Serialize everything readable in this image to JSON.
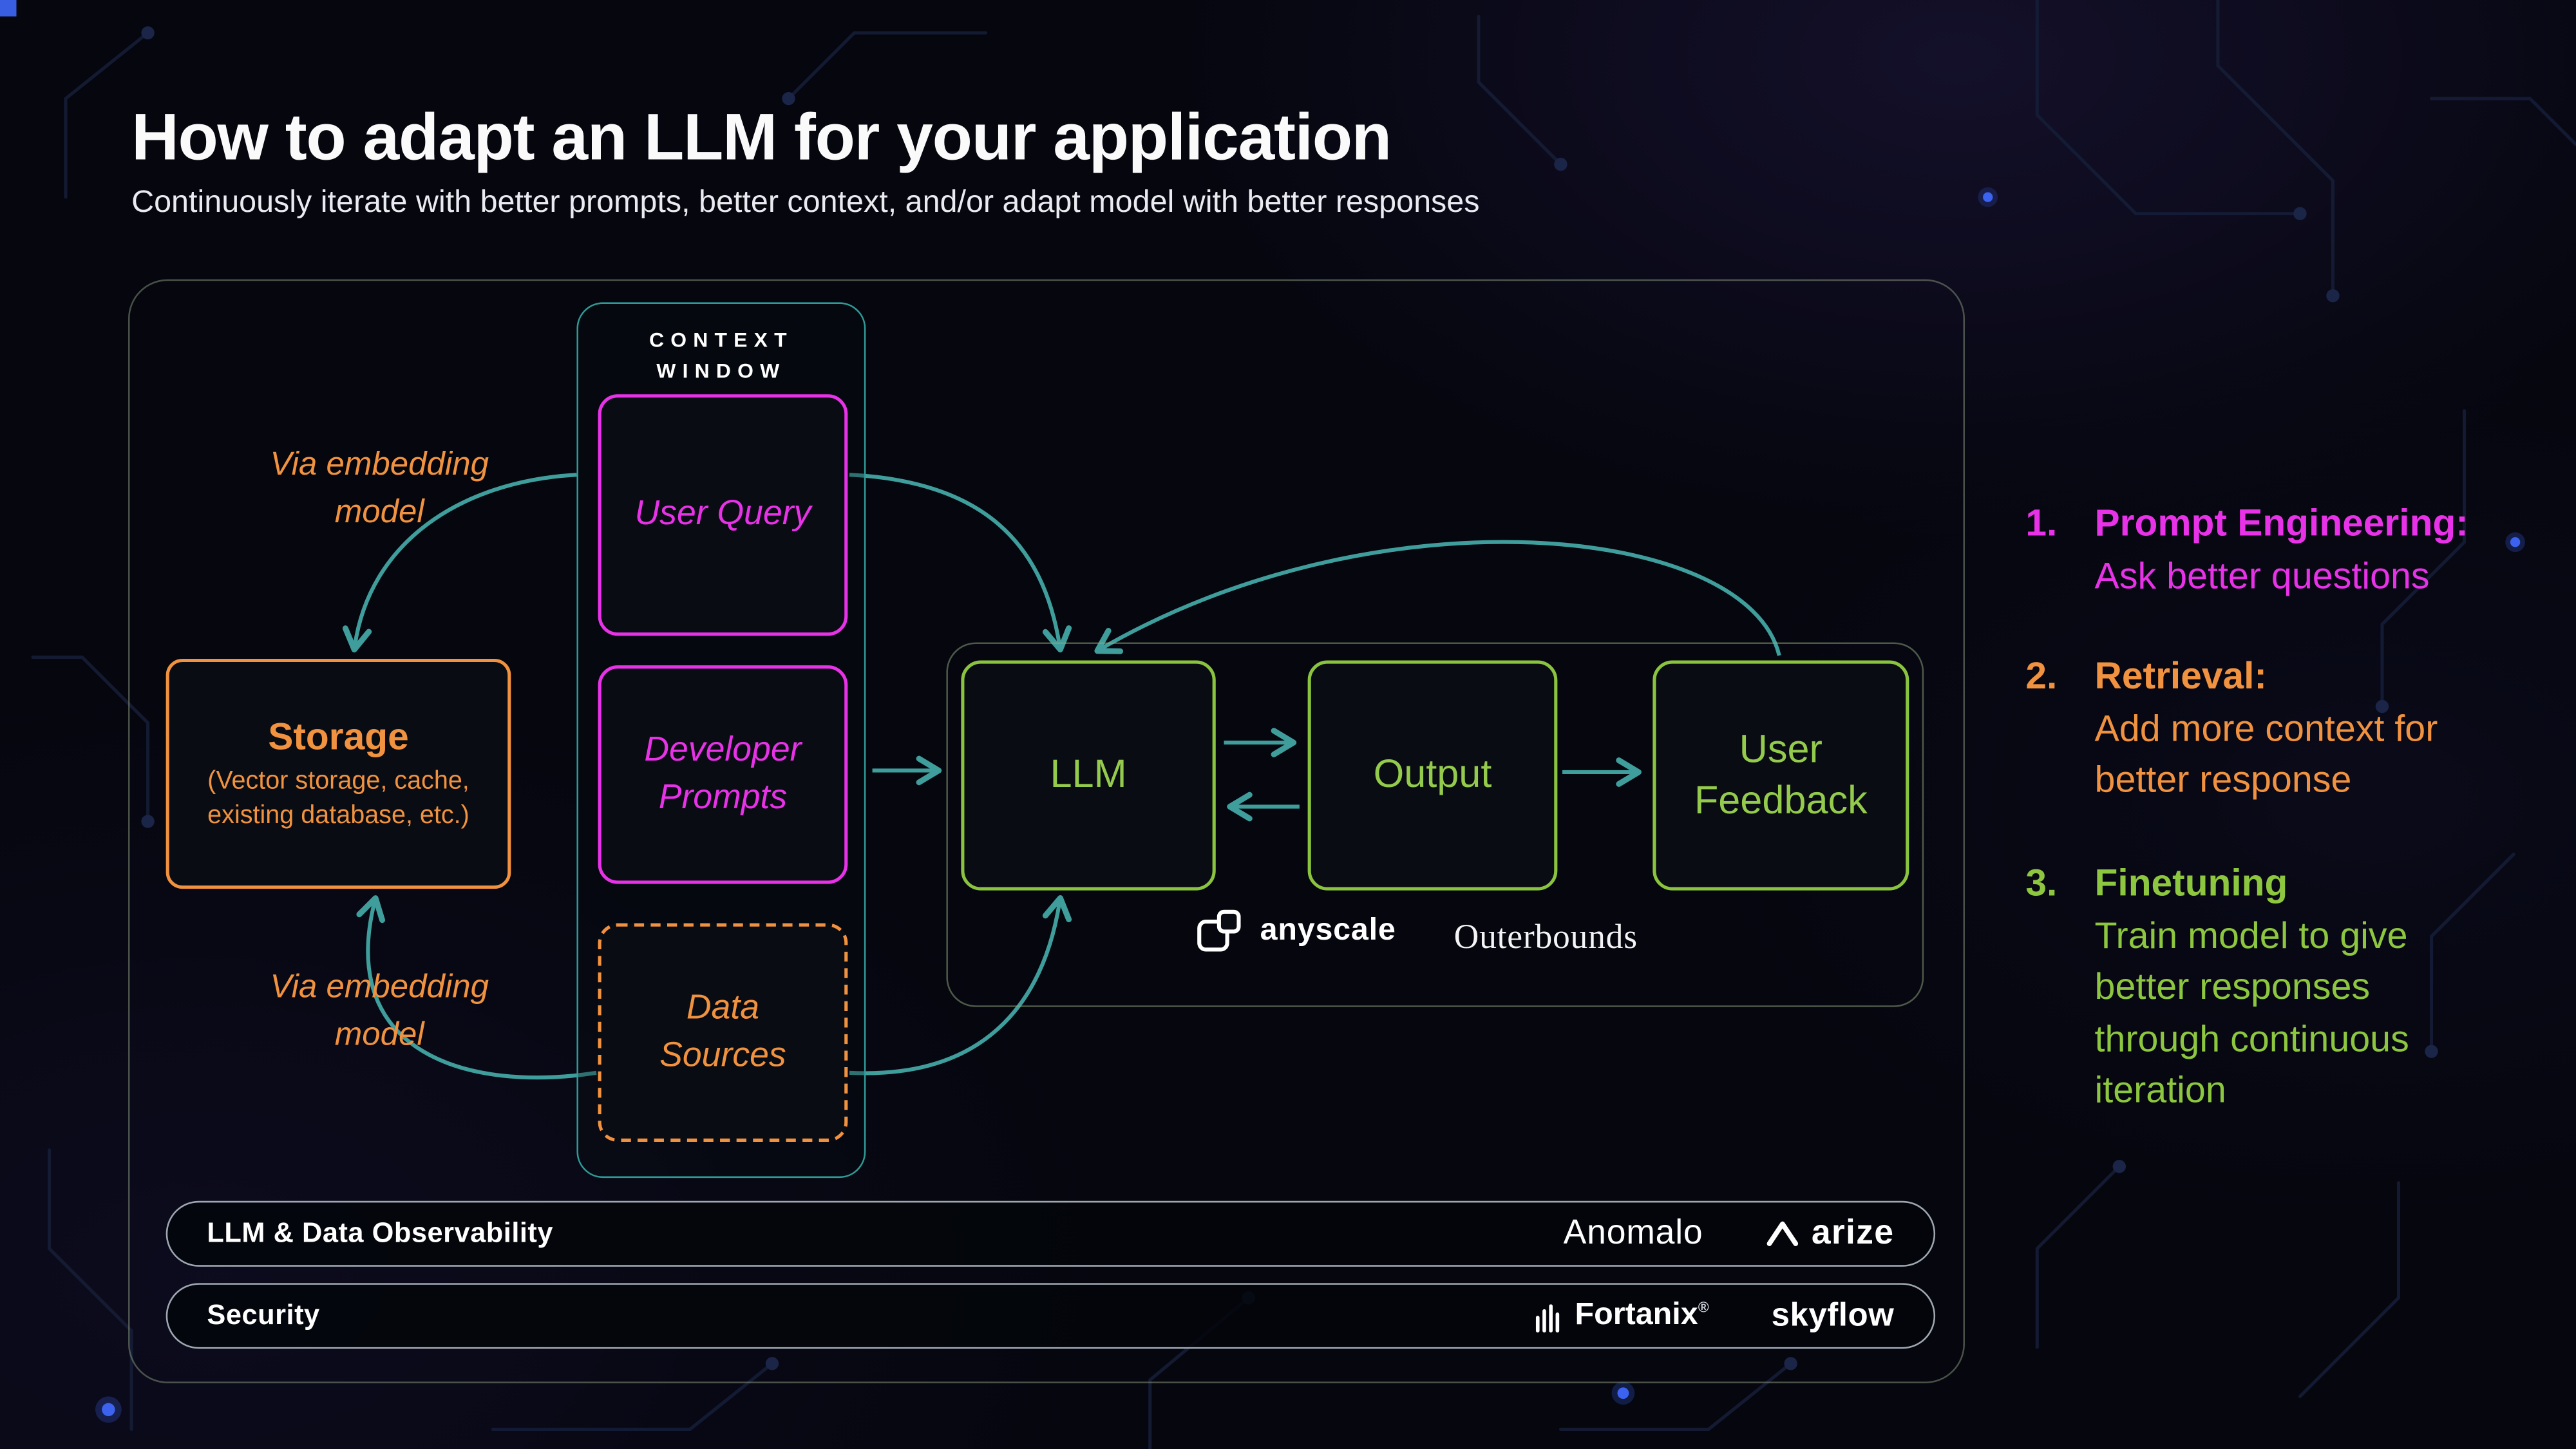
{
  "page": {
    "title": "How to adapt an LLM for your application",
    "subtitle": "Continuously iterate with better prompts, better context, and/or adapt model with better responses"
  },
  "colors": {
    "background": "#05060e",
    "magenta": "#e832e8",
    "orange": "#f0923f",
    "green": "#8dc63f",
    "teal": "#3f9d9b"
  },
  "diagram": {
    "context_window": {
      "label": "CONTEXT WINDOW",
      "user_query": "User Query",
      "developer_prompts": "Developer Prompts",
      "data_sources": "Data Sources"
    },
    "storage": {
      "title": "Storage",
      "subtitle": "(Vector storage, cache, existing database, etc.)"
    },
    "via_embedding": "Via embedding model",
    "pipeline": {
      "llm": "LLM",
      "output": "Output",
      "user_feedback": "User Feedback"
    },
    "logos": {
      "anyscale": "anyscale",
      "outerbounds": "Outerbounds",
      "anomalo": "Anomalo",
      "arize": "arize",
      "fortanix": "Fortanix",
      "fortanix_mark": "®",
      "skyflow": "skyflow"
    },
    "bars": {
      "observability": "LLM & Data Observability",
      "security": "Security"
    },
    "edges": [
      {
        "from": "user_query",
        "to": "llm"
      },
      {
        "from": "user_query",
        "to": "storage",
        "label": "Via embedding model"
      },
      {
        "from": "data_sources",
        "to": "storage",
        "label": "Via embedding model"
      },
      {
        "from": "data_sources",
        "to": "llm"
      },
      {
        "from": "context_window",
        "to": "llm"
      },
      {
        "from": "llm",
        "to": "output"
      },
      {
        "from": "output",
        "to": "llm"
      },
      {
        "from": "output",
        "to": "user_feedback"
      },
      {
        "from": "user_feedback",
        "to": "llm"
      }
    ]
  },
  "sidebar": {
    "items": [
      {
        "number": "1.",
        "heading": "Prompt Engineering:",
        "body": "Ask better questions",
        "color": "#e832e8"
      },
      {
        "number": "2.",
        "heading": "Retrieval:",
        "body": "Add more context for better response",
        "color": "#f0923f"
      },
      {
        "number": "3.",
        "heading": "Finetuning",
        "body": "Train model to give better responses through continuous iteration",
        "color": "#8dc63f"
      }
    ]
  }
}
